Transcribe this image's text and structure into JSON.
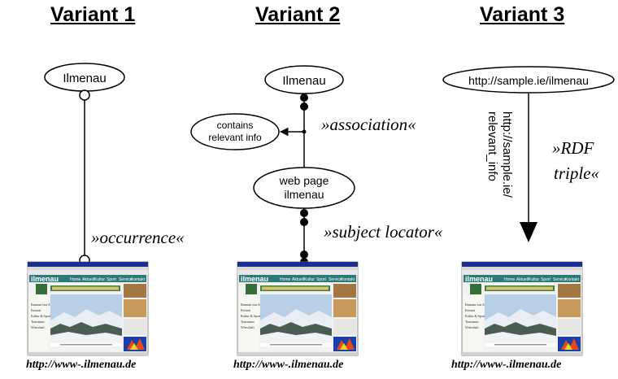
{
  "variants": [
    {
      "heading": "Variant 1",
      "nodes": {
        "topic": "Ilmenau"
      },
      "relation": "»occurrence«",
      "url": "http://www-.ilmenau.de"
    },
    {
      "heading": "Variant 2",
      "nodes": {
        "topic": "Ilmenau",
        "info": [
          "contains",
          "relevant info"
        ],
        "page": [
          "web page",
          "ilmenau"
        ]
      },
      "relation": "»association«",
      "relation2": "»subject locator«",
      "url": "http://www-.ilmenau.de"
    },
    {
      "heading": "Variant 3",
      "nodes": {
        "topic": "http://sample.ie/ilmenau"
      },
      "predicate": [
        "http://sample.ie/",
        "relevant_info"
      ],
      "relation": [
        "»RDF",
        "triple«"
      ],
      "url": "http://www-.ilmenau.de"
    }
  ],
  "screenshot": {
    "brand": "ilmenau",
    "menu_items": [
      "Home",
      "Aktuell",
      "Kultur",
      "Sport",
      "Service",
      "Kontakt"
    ],
    "side_items": [
      "Ilmenau von A-Z",
      "Freizeit",
      "Kultur & Sport",
      "Tourismus",
      "Wirtschaft"
    ]
  },
  "colors": {
    "line": "#000000",
    "window_bar": "#1a2f8c",
    "site_teal": "#2b7a7a",
    "sky": "#b9cfe6"
  }
}
